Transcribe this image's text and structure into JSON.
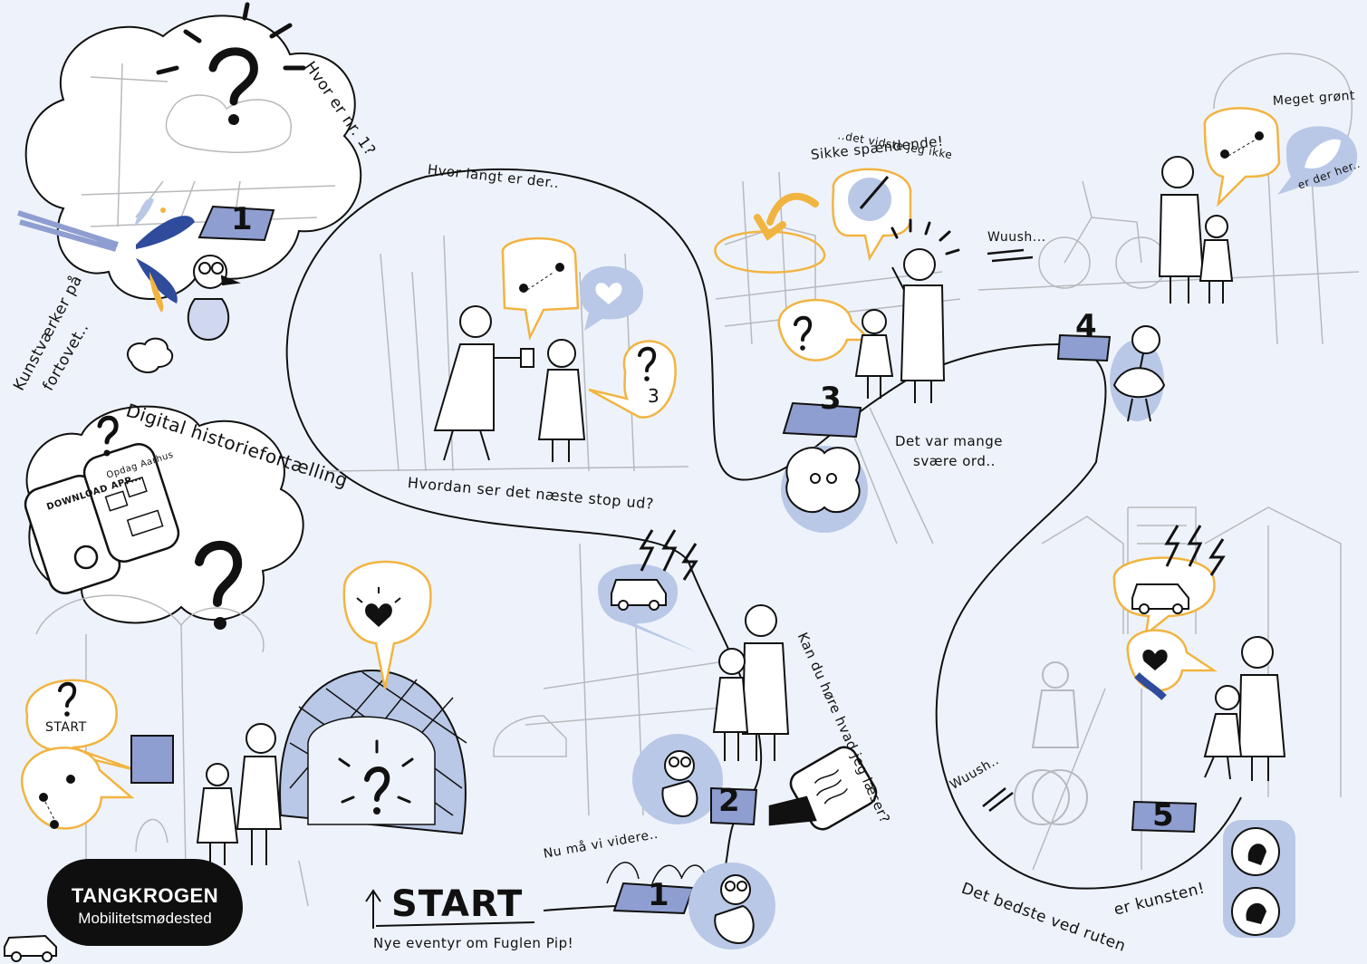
{
  "logo": {
    "title": "TANGKROGEN",
    "subtitle": "Mobilitetsmødested"
  },
  "start": {
    "label": "START",
    "tagline": "Nye eventyr om Fuglen Pip!",
    "small_label": "START"
  },
  "captions": {
    "where_is_1": "Hvor er nr. 1?",
    "kunstvaerker": "Kunstværker på",
    "fortovet": "fortovet..",
    "digital": "Digital historiefortælling",
    "how_far": "Hvor langt er der..",
    "next_stop": "Hvordan ser det næste stop ud?",
    "didnt_know": "..det vidste jeg ikke",
    "exciting": "Sikke spændende!",
    "many_words": "Det var mange",
    "hard_words": "svære ord..",
    "wuush1": "Wuush...",
    "very_green": "Meget grønt",
    "here": "er der her..",
    "can_you_hear": "Kan du høre hvad jeg læser?",
    "must_go_on": "Nu må vi videre..",
    "wuush2": "Wuush..",
    "best_part": "Det bedste ved ruten",
    "is_art": "er kunsten!"
  },
  "phones": {
    "download": "DOWNLOAD APP...",
    "app_title": "Opdag Aarhus"
  },
  "stops": [
    "1",
    "1",
    "2",
    "3",
    "4",
    "5"
  ],
  "route_note": "3",
  "colors": {
    "background": "#eef3fb",
    "ink": "#111111",
    "accent_orange": "#f2b441",
    "accent_blue": "#b9c8e6",
    "accent_blue_dark": "#2f4b9c",
    "sketch_grey": "#b7b9bd",
    "marker": "#8f9ed0"
  },
  "icons": [
    "question-icon",
    "map-pin-icon",
    "heart-icon",
    "car-icon",
    "lightning-icon",
    "leaf-icon",
    "palette-icon",
    "phone-icon",
    "bird-icon"
  ]
}
